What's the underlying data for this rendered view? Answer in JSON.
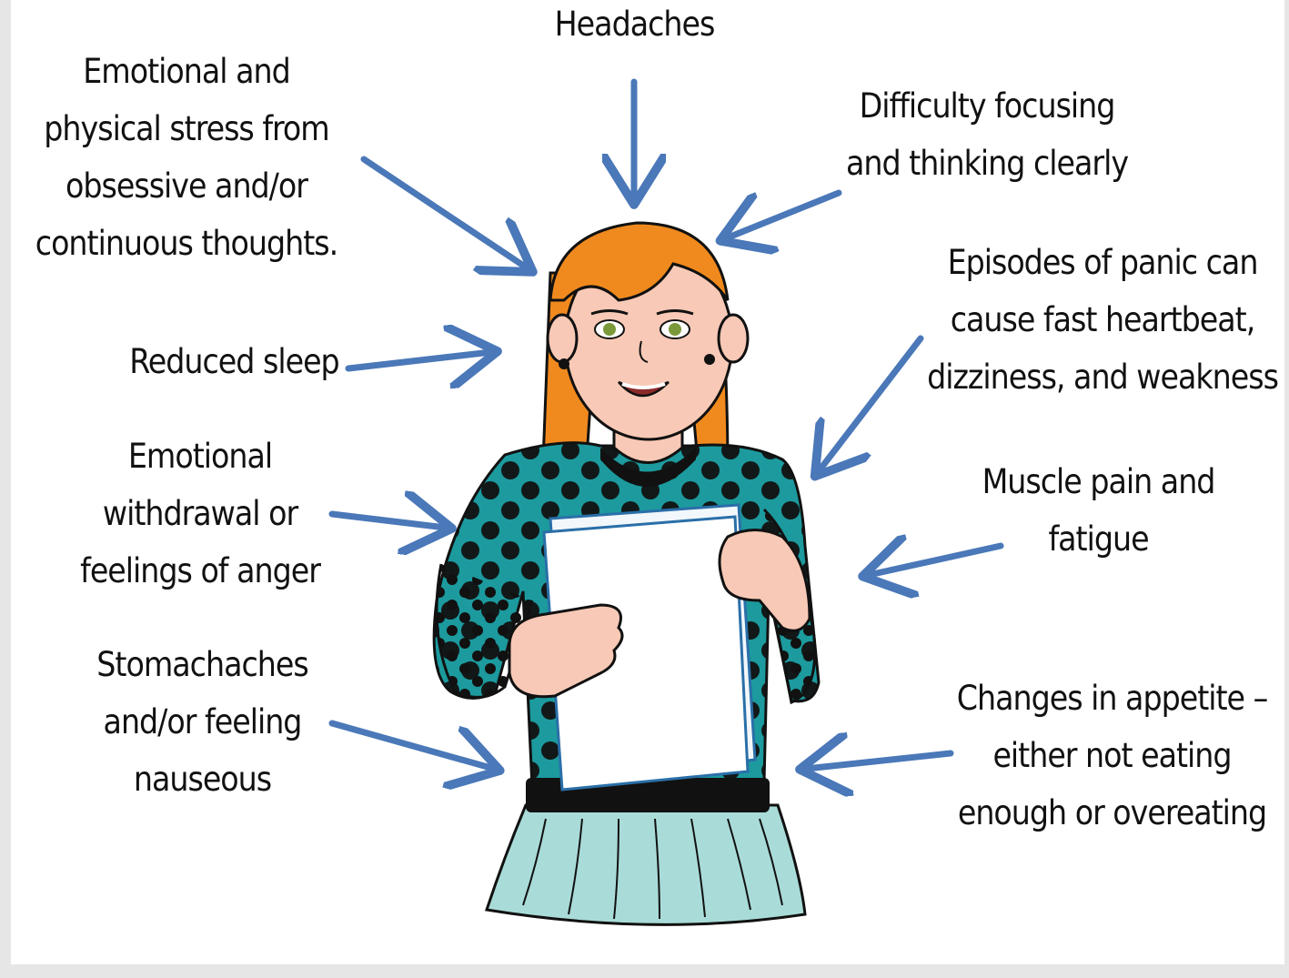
{
  "labels": {
    "headaches": "Headaches",
    "emotional_stress": "Emotional and\nphysical stress from\nobsessive and/or\ncontinuous thoughts.",
    "difficulty_focusing": "Difficulty focusing\nand thinking clearly",
    "reduced_sleep": "Reduced sleep",
    "panic_episodes": "Episodes of panic can\ncause fast heartbeat,\ndizziness, and weakness",
    "withdrawal_anger": "Emotional\nwithdrawal or\nfeelings of anger",
    "muscle_pain": "Muscle pain and\nfatigue",
    "stomachaches": "Stomachaches\nand/or feeling\nnauseous",
    "appetite_changes": "Changes in appetite –\neither not eating\nenough or overeating"
  },
  "colors": {
    "arrow": "#4a78b8",
    "hair": "#f08a1e",
    "skin": "#f8c9b6",
    "sweater": "#1c9a9e",
    "skirt": "#a9dcd8",
    "paper": "#f2f7fb"
  }
}
